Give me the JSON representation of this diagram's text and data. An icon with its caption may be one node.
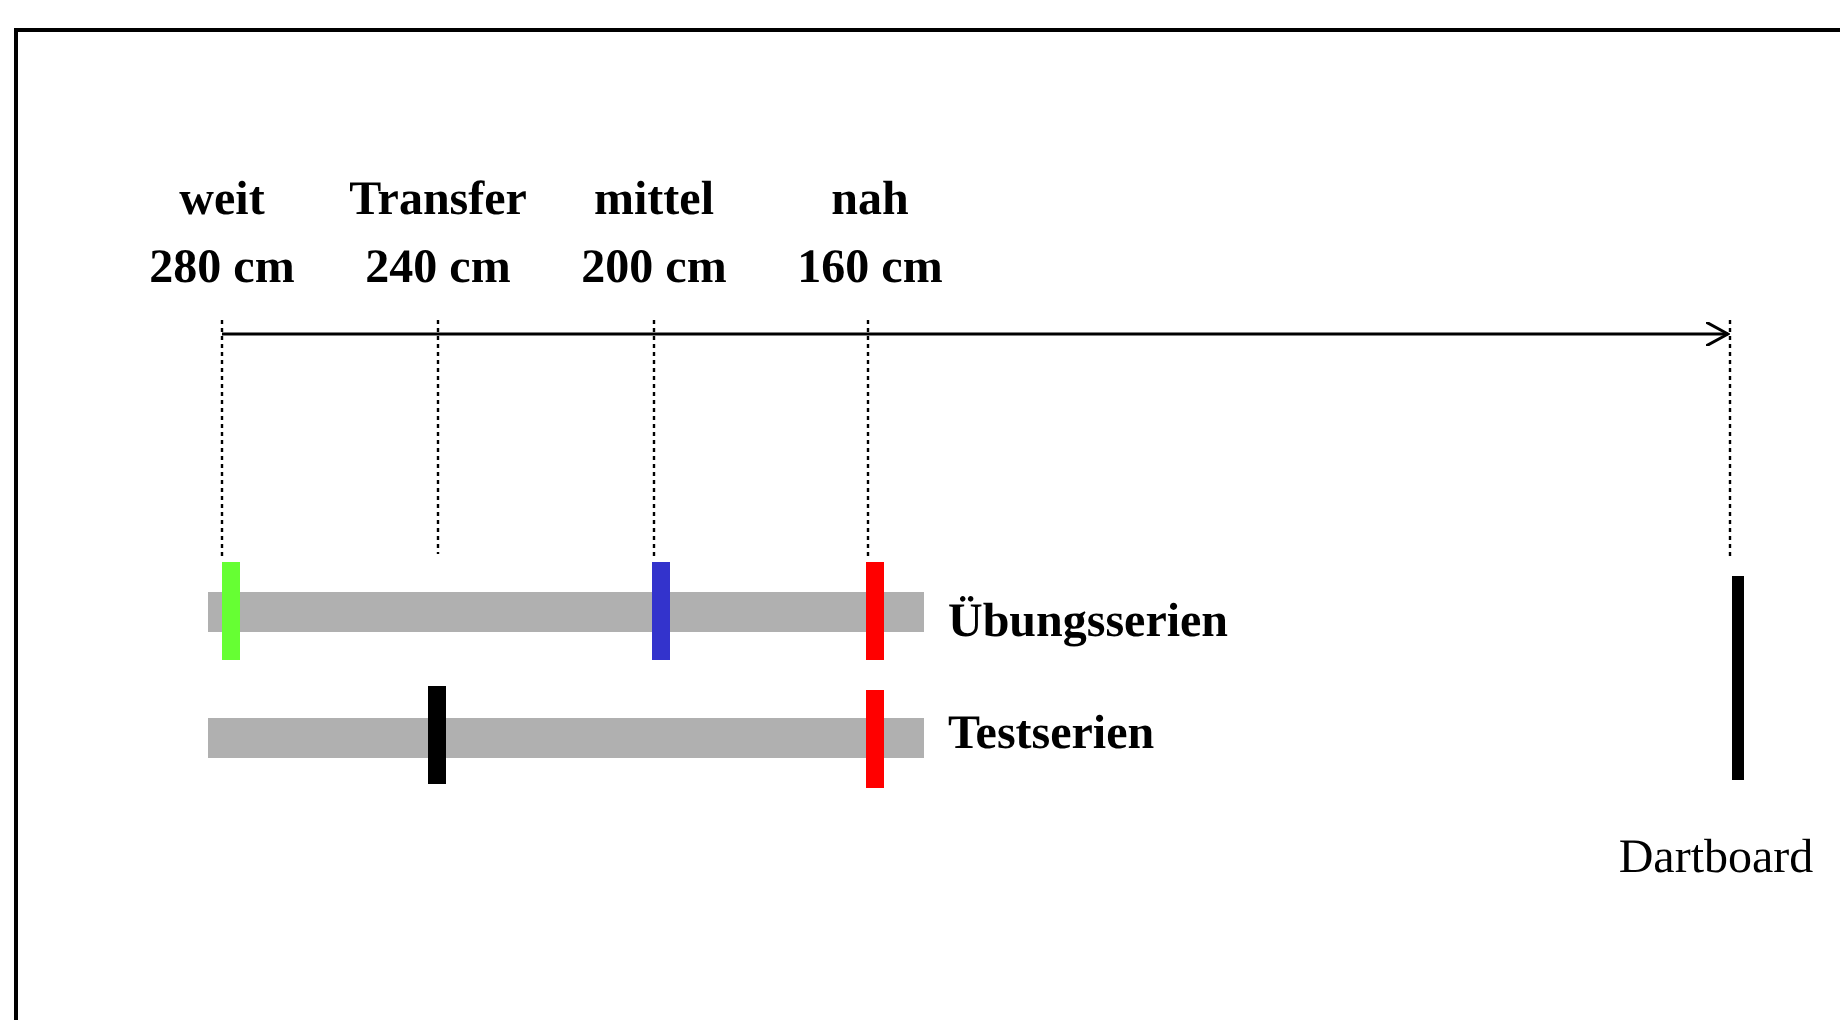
{
  "diagram": {
    "labels": [
      "weit",
      "Transfer",
      "mittel",
      "nah",
      "280 cm",
      "240 cm",
      "200 cm",
      "160 cm",
      "Übungsserien",
      "Testserien",
      "Dartboard"
    ]
  }
}
